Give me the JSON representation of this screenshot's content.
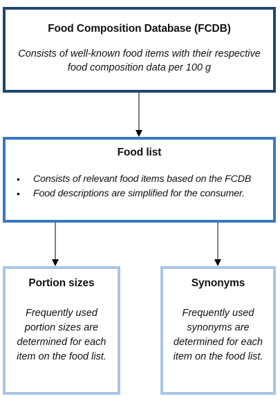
{
  "fcdb": {
    "title": "Food Composition Database (FCDB)",
    "description": "Consists of well-known food items with their respective food composition data per 100 g"
  },
  "food_list": {
    "title": "Food list",
    "bullets": [
      "Consists of relevant food items based on the FCDB",
      "Food descriptions are simplified for the consumer."
    ]
  },
  "portion_sizes": {
    "title": "Portion sizes",
    "description": "Frequently used portion sizes are determined for each item on the food list."
  },
  "synonyms": {
    "title": "Synonyms",
    "description": "Frequently used synonyms are determined for each item on the food list."
  },
  "colors": {
    "fcdb_border": "#1e4670",
    "food_list_border": "#3a78c2",
    "leaf_border": "#a9c6e6",
    "arrow": "#000000"
  }
}
